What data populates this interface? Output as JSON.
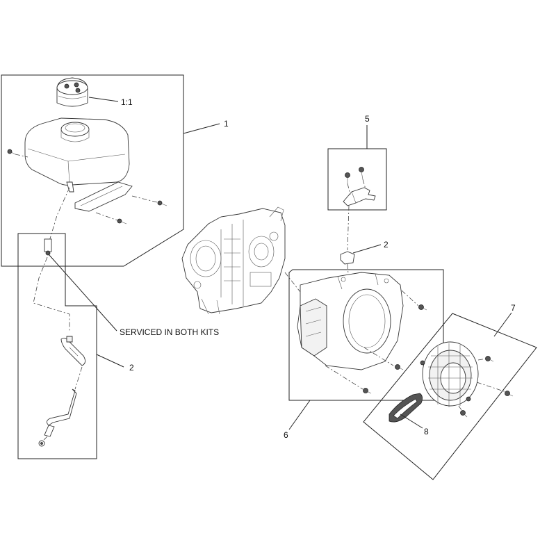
{
  "callouts": {
    "fuel_tank_kit": "1",
    "fuel_cap": "1:1",
    "fuel_line_kit": "2",
    "bracket_kit": "5",
    "fuel_valve_clip": "2",
    "blower_housing_kit": "6",
    "recoil_starter_kit": "7",
    "starter_handle": "8"
  },
  "note": "SERVICED IN BOTH KITS",
  "colors": {
    "line": "#222222",
    "background": "#ffffff"
  }
}
